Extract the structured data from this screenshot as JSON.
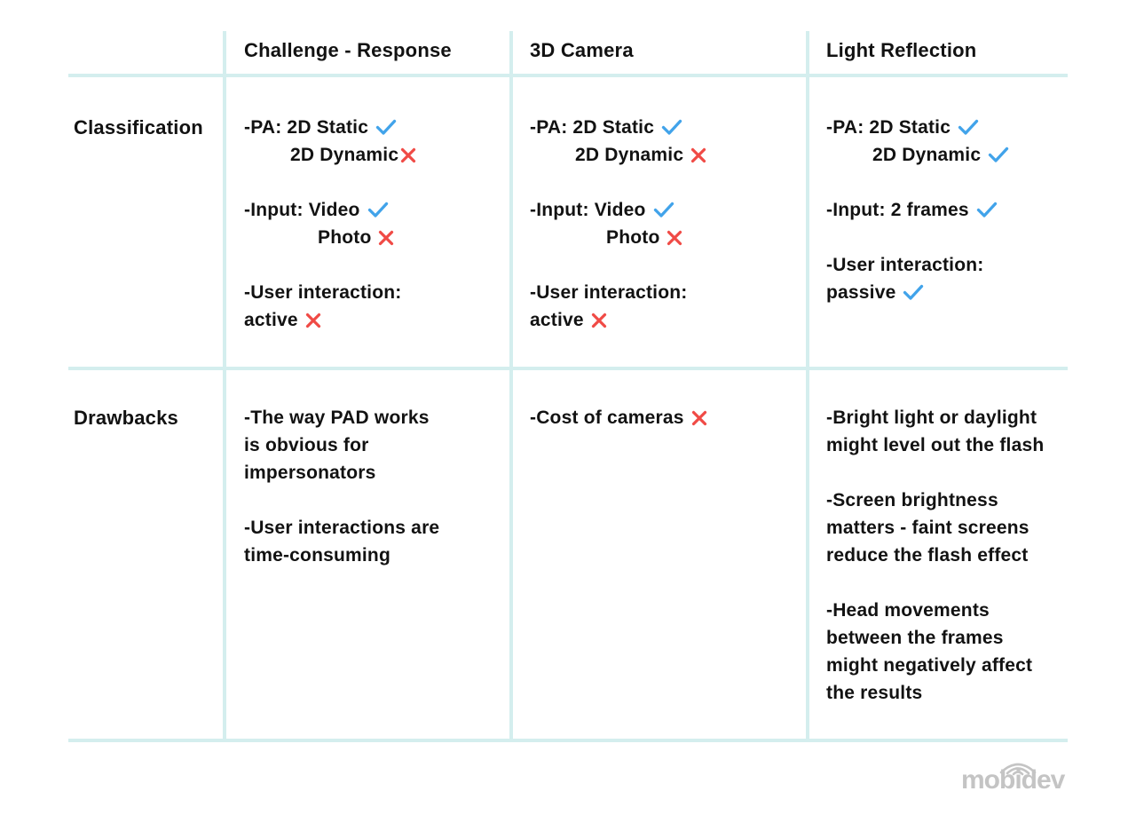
{
  "colors": {
    "grid_line": "#d4eeee",
    "text": "#121212",
    "check": "#41a3ea",
    "cross": "#f04a45",
    "logo": "#c4c4c4"
  },
  "columns": {
    "c1": "Challenge - Response",
    "c2": "3D Camera",
    "c3": "Light Reflection"
  },
  "row_labels": {
    "classification": "Classification",
    "drawbacks": "Drawbacks"
  },
  "cells": {
    "classification_challenge": [
      {
        "text": "-PA: 2D Static",
        "icon": "check"
      },
      {
        "text": "2D Dynamic",
        "icon": "cross",
        "indent": 52,
        "gap": 2
      },
      {
        "spacer": true
      },
      {
        "text": "-Input: Video",
        "icon": "check"
      },
      {
        "text": "Photo",
        "icon": "cross",
        "indent": 83
      },
      {
        "spacer": true
      },
      {
        "text": "-User interaction:"
      },
      {
        "text": "active",
        "icon": "cross"
      }
    ],
    "classification_camera": [
      {
        "text": "-PA: 2D Static",
        "icon": "check"
      },
      {
        "text": "2D Dynamic",
        "icon": "cross",
        "indent": 51
      },
      {
        "spacer": true
      },
      {
        "text": "-Input: Video",
        "icon": "check"
      },
      {
        "text": "Photo",
        "icon": "cross",
        "indent": 86
      },
      {
        "spacer": true
      },
      {
        "text": "-User interaction:"
      },
      {
        "text": "active",
        "icon": "cross"
      }
    ],
    "classification_light": [
      {
        "text": "-PA: 2D Static",
        "icon": "check"
      },
      {
        "text": "2D Dynamic",
        "icon": "check",
        "indent": 52
      },
      {
        "spacer": true
      },
      {
        "text": "-Input: 2 frames",
        "icon": "check"
      },
      {
        "spacer": true
      },
      {
        "text": "-User interaction:"
      },
      {
        "text": "passive",
        "icon": "check"
      }
    ],
    "drawbacks_challenge": [
      {
        "text": "-The way PAD works"
      },
      {
        "text": "is obvious for"
      },
      {
        "text": "impersonators"
      },
      {
        "spacer": true
      },
      {
        "text": "-User interactions are"
      },
      {
        "text": "time-consuming"
      }
    ],
    "drawbacks_camera": [
      {
        "text": "-Cost of cameras",
        "icon": "cross"
      }
    ],
    "drawbacks_light": [
      {
        "text": "-Bright light or daylight"
      },
      {
        "text": "might level out the flash"
      },
      {
        "spacer": true
      },
      {
        "text": "-Screen brightness"
      },
      {
        "text": "matters - faint screens"
      },
      {
        "text": "reduce the flash effect"
      },
      {
        "spacer": true
      },
      {
        "text": "-Head movements"
      },
      {
        "text": "between the frames"
      },
      {
        "text": "might negatively affect"
      },
      {
        "text": "the results"
      }
    ]
  },
  "logo": {
    "text": "mobidev"
  }
}
